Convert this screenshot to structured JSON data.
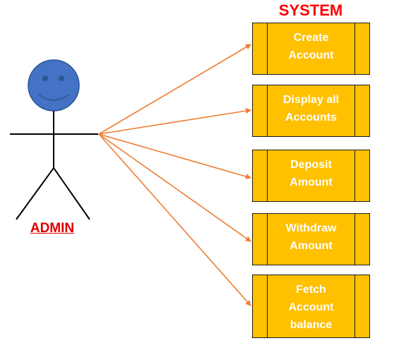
{
  "system_title": "SYSTEM",
  "actor": {
    "label": "ADMIN"
  },
  "use_cases": [
    {
      "label": "Create\nAccount"
    },
    {
      "label": "Display all\nAccounts"
    },
    {
      "label": "Deposit\nAmount"
    },
    {
      "label": "Withdraw\nAmount"
    },
    {
      "label": "Fetch\nAccount\nbalance"
    }
  ],
  "colors": {
    "system_title": "#ff0000",
    "actor_label": "#e00000",
    "actor_head_fill": "#4472c4",
    "actor_head_stroke": "#2f5597",
    "use_case_fill": "#ffc000",
    "use_case_border": "#1a1a1a",
    "use_case_text": "#ffffff",
    "arrow": "#ed7d31"
  }
}
